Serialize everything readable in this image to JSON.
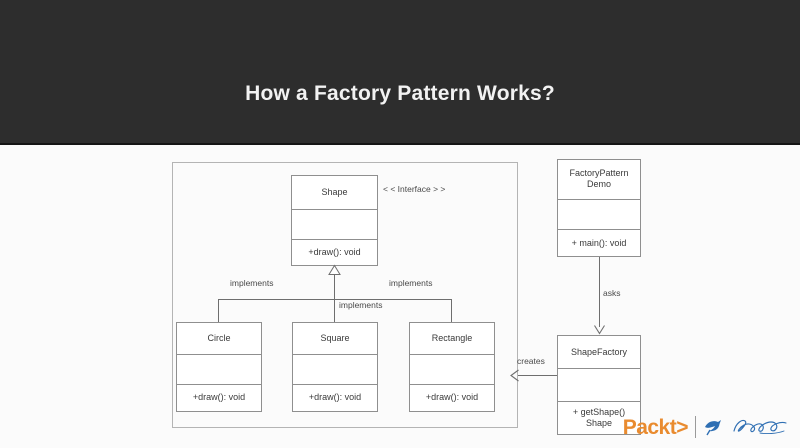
{
  "header": {
    "title": "How a Factory Pattern Works?",
    "background_color": "#2d2d2d",
    "title_color": "#f2f2f2"
  },
  "canvas": {
    "background_color": "#fbfbfb"
  },
  "diagram": {
    "type": "uml-class-diagram",
    "package_frame_label": "",
    "classes": [
      {
        "id": "shape",
        "name": "Shape",
        "stereotype": "< < Interface > >",
        "attributes": "",
        "operations": "+draw(): void"
      },
      {
        "id": "circle",
        "name": "Circle",
        "attributes": "",
        "operations": "+draw(): void"
      },
      {
        "id": "square",
        "name": "Square",
        "attributes": "",
        "operations": "+draw(): void"
      },
      {
        "id": "rectangle",
        "name": "Rectangle",
        "attributes": "",
        "operations": "+draw(): void"
      },
      {
        "id": "factory-pattern-demo",
        "name": "FactoryPattern Demo",
        "name_line1": "FactoryPattern",
        "name_line2": "Demo",
        "attributes": "",
        "operations": "+ main(): void"
      },
      {
        "id": "shape-factory",
        "name": "ShapeFactory",
        "attributes": "",
        "operations_line1": "+ getShape()",
        "operations_line2": "Shape"
      }
    ],
    "relationships": [
      {
        "from": "circle",
        "to": "shape",
        "type": "generalization",
        "label": "implements"
      },
      {
        "from": "square",
        "to": "shape",
        "type": "generalization",
        "label": "implements"
      },
      {
        "from": "rectangle",
        "to": "shape",
        "type": "generalization",
        "label": "implements"
      },
      {
        "from": "factory-pattern-demo",
        "to": "shape-factory",
        "type": "dependency",
        "label": "asks"
      },
      {
        "from": "shape-factory",
        "to": "package",
        "type": "dependency",
        "label": "creates"
      }
    ],
    "edge_labels": {
      "implements_left": "implements",
      "implements_center": "implements",
      "implements_right": "implements",
      "asks": "asks",
      "creates": "creates"
    },
    "line_color": "#6e6e6e",
    "box_border_color": "#8f8f8f",
    "frame_color": "#b4b4b4"
  },
  "branding": {
    "packt_wordmark": "Packt>",
    "packt_tagline": "",
    "accent_color": "#e98b2f",
    "mark_color": "#2f6fb3"
  }
}
